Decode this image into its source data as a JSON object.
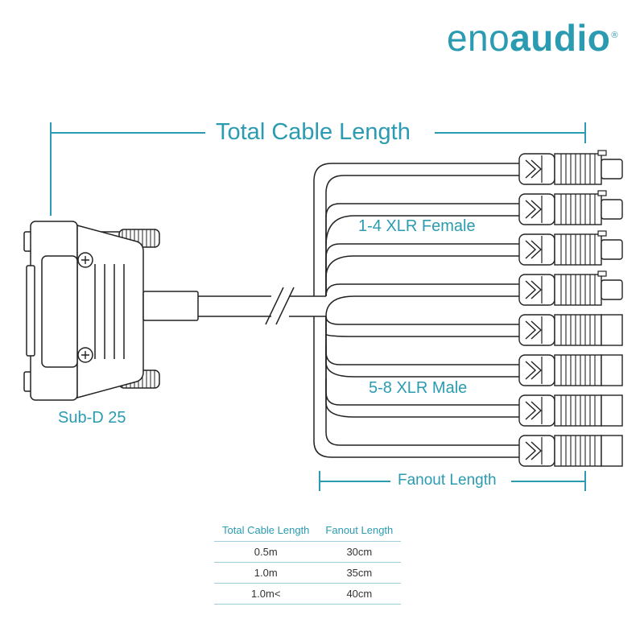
{
  "logo": {
    "prefix": "eno",
    "suffix": "audio",
    "mark": "®"
  },
  "labels": {
    "total_cable_length": "Total Cable Length",
    "female_connectors": "1-4 XLR Female",
    "male_connectors": "5-8 XLR Male",
    "fanout_length": "Fanout Length",
    "main_connector": "Sub-D 25"
  },
  "table": {
    "headers": [
      "Total Cable Length",
      "Fanout Length"
    ],
    "rows": [
      [
        "0.5m",
        "30cm"
      ],
      [
        "1.0m",
        "35cm"
      ],
      [
        "1.0m<",
        "40cm"
      ]
    ]
  },
  "colors": {
    "accent": "#2a9bb0",
    "line": "#222222",
    "table_rule": "#9fd0da"
  }
}
